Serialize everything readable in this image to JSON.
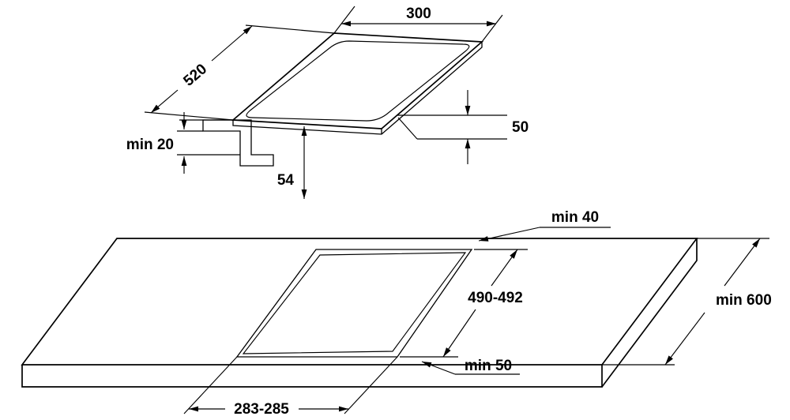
{
  "colors": {
    "line": "#000000",
    "bracket_fill": "#c8c8c8",
    "background": "#ffffff"
  },
  "hob_view": {
    "width": "300",
    "depth": "520",
    "height_below": "50",
    "min_clearance": "min 20",
    "body_height": "54"
  },
  "worktop_view": {
    "min_rear": "min 40",
    "cutout_length": "490-492",
    "min_depth": "min 600",
    "min_front": "min 50",
    "cutout_width": "283-285"
  }
}
